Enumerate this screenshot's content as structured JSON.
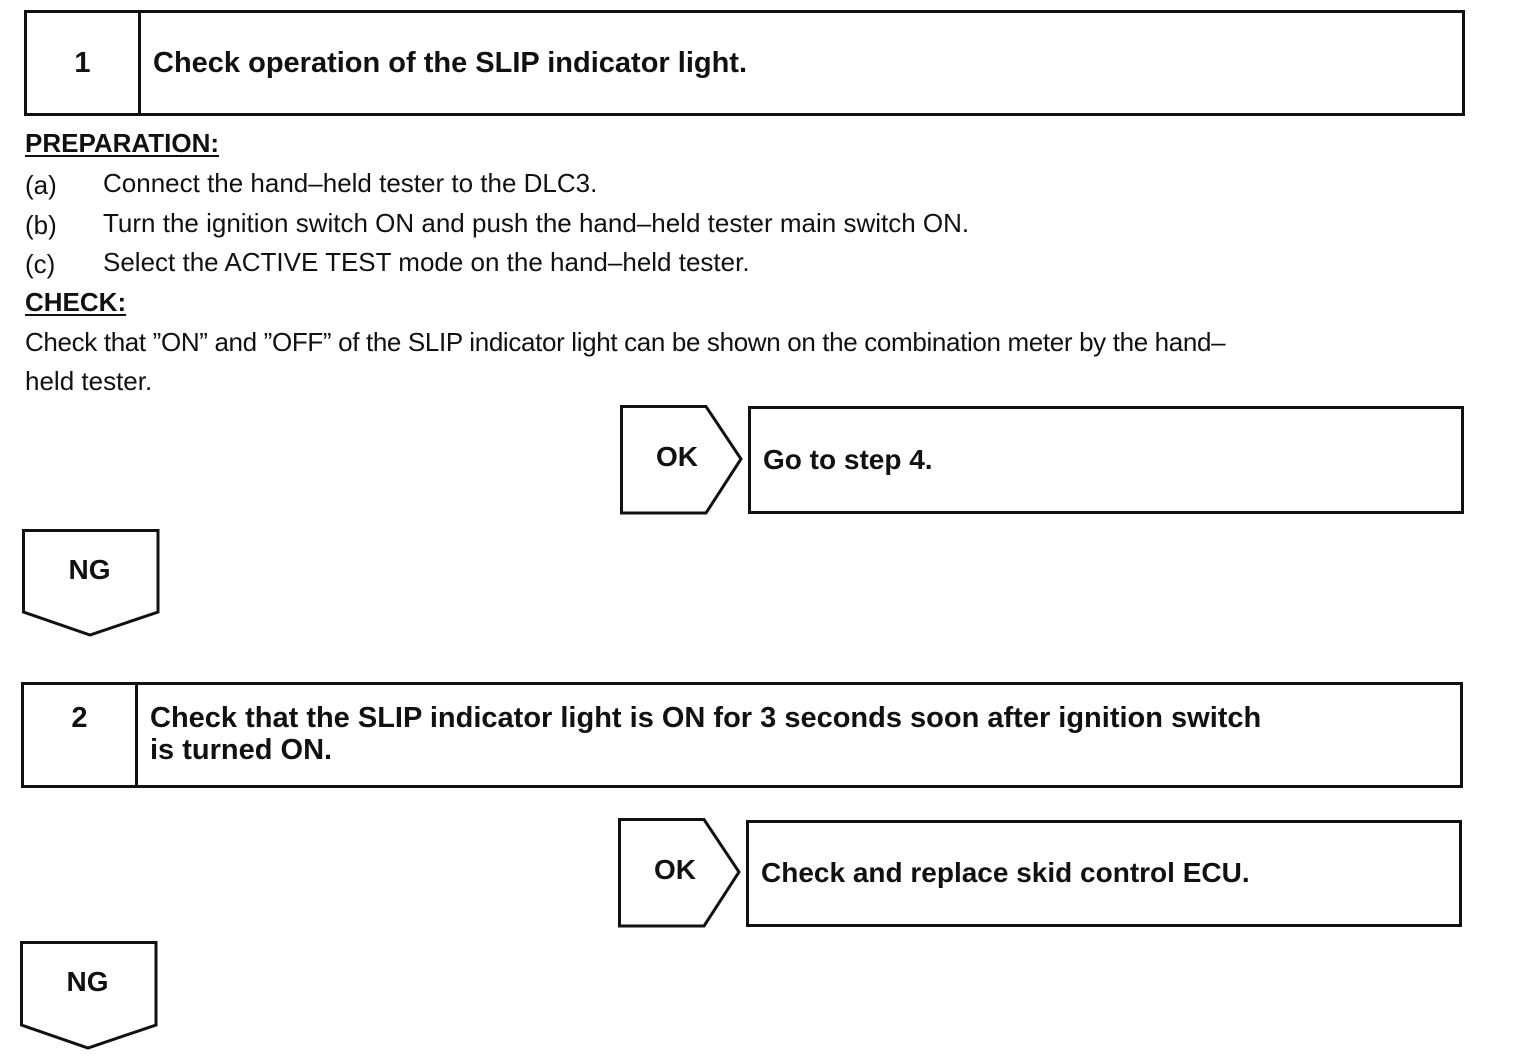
{
  "step1": {
    "number": "1",
    "title": "Check operation of the SLIP indicator light."
  },
  "preparation": {
    "heading": "PREPARATION:",
    "items": [
      {
        "label": "(a)",
        "text": "Connect the hand–held tester to the DLC3."
      },
      {
        "label": "(b)",
        "text": "Turn the ignition switch ON and push the hand–held tester main switch ON."
      },
      {
        "label": "(c)",
        "text": "Select the ACTIVE TEST mode on the hand–held tester."
      }
    ]
  },
  "check": {
    "heading": "CHECK:",
    "lines": [
      "Check that ”ON” and ”OFF” of the SLIP indicator light can be shown on the combination meter by the hand–",
      "held tester."
    ]
  },
  "result1": {
    "ok_label": "OK",
    "ok_action": "Go to step 4.",
    "ng_label": "NG"
  },
  "step2": {
    "number": "2",
    "title_line1": "Check that the SLIP indicator light is ON for 3 seconds soon after ignition switch",
    "title_line2": "is turned ON."
  },
  "result2": {
    "ok_label": "OK",
    "ok_action": "Check and replace skid control ECU.",
    "ng_label": "NG"
  }
}
